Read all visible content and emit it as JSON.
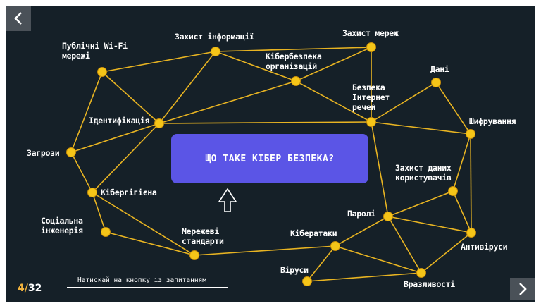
{
  "slide": {
    "title_button": "ЩО ТАКЕ КІБЕР БЕЗПЕКА?",
    "hint": "Натискай на кнопку із запитанням",
    "page_current": "4",
    "page_separator": "/",
    "page_total": "32"
  },
  "colors": {
    "background": "#152028",
    "node": "#f5c518",
    "edge": "#e8b422",
    "button": "#5b55e6",
    "accent": "#f2b33d"
  },
  "icons": {
    "prev": "chevron-left-icon",
    "next": "chevron-right-icon",
    "cursor": "pointer-arrow-icon"
  },
  "nodes": [
    {
      "id": "wifi",
      "label": "Публічні Wi-Fi\nмережі"
    },
    {
      "id": "info",
      "label": "Захист інформації"
    },
    {
      "id": "net",
      "label": "Захист мереж"
    },
    {
      "id": "org",
      "label": "Кібербезпека\nорганізацій"
    },
    {
      "id": "data",
      "label": "Дані"
    },
    {
      "id": "iot",
      "label": "Безпека\nІнтернет\nречей"
    },
    {
      "id": "ident",
      "label": "Ідентифікація"
    },
    {
      "id": "threat",
      "label": "Загрози"
    },
    {
      "id": "encrypt",
      "label": "Шифрування"
    },
    {
      "id": "hygiene",
      "label": "Кібергігієна"
    },
    {
      "id": "userdata",
      "label": "Захист даних\nкористувачів"
    },
    {
      "id": "social",
      "label": "Соціальна\nінженерія"
    },
    {
      "id": "passwords",
      "label": "Паролі"
    },
    {
      "id": "standards",
      "label": "Мережеві\nстандарти"
    },
    {
      "id": "attacks",
      "label": "Кібератаки"
    },
    {
      "id": "antivirus",
      "label": "Антивіруси"
    },
    {
      "id": "viruses",
      "label": "Віруси"
    },
    {
      "id": "vuln",
      "label": "Вразливості"
    }
  ]
}
